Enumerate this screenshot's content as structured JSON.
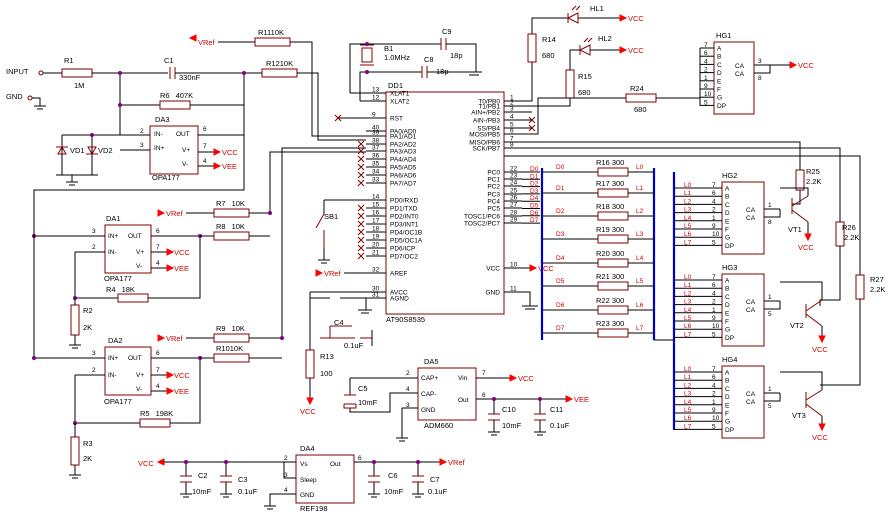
{
  "power": {
    "vref": "VRef",
    "vcc": "VCC",
    "vee": "VEE"
  },
  "inputs": {
    "input": "INPUT",
    "gnd": "GND"
  },
  "components": {
    "r1": {
      "ref": "R1",
      "value": "1M"
    },
    "r11": {
      "ref": "R11",
      "value": "10K"
    },
    "r12": {
      "ref": "R12",
      "value": "10K"
    },
    "r6": {
      "ref": "R6",
      "value": "407K"
    },
    "c1": {
      "ref": "C1",
      "value": "330nF"
    },
    "b1": {
      "ref": "B1",
      "value": "1.0MHz"
    },
    "c9": {
      "ref": "C9",
      "value": "18p"
    },
    "c8": {
      "ref": "C8",
      "value": "18p"
    },
    "r14": {
      "ref": "R14",
      "value": "680"
    },
    "r15": {
      "ref": "R15",
      "value": "680"
    },
    "r24": {
      "ref": "R24",
      "value": "680"
    },
    "hl1": {
      "ref": "HL1"
    },
    "hl2": {
      "ref": "HL2"
    },
    "vd1": {
      "ref": "VD1"
    },
    "vd2": {
      "ref": "VD2"
    },
    "r7": {
      "ref": "R7",
      "value": "10K"
    },
    "r8": {
      "ref": "R8",
      "value": "10K"
    },
    "r4": {
      "ref": "R4",
      "value": "18K"
    },
    "r2": {
      "ref": "R2",
      "value": "2K"
    },
    "r9": {
      "ref": "R9",
      "value": "10K"
    },
    "r10": {
      "ref": "R10",
      "value": "10K"
    },
    "r5": {
      "ref": "R5",
      "value": "198K"
    },
    "r3": {
      "ref": "R3",
      "value": "2K"
    },
    "sb1": {
      "ref": "SB1"
    },
    "c4": {
      "ref": "C4",
      "value": "0.1uF"
    },
    "r13": {
      "ref": "R13",
      "value": "100"
    },
    "c5": {
      "ref": "C5",
      "value": "10mF"
    },
    "c10": {
      "ref": "C10",
      "value": "10mF"
    },
    "c11": {
      "ref": "C11",
      "value": "0.1uF"
    },
    "c2": {
      "ref": "C2",
      "value": "10mF"
    },
    "c3": {
      "ref": "C3",
      "value": "0.1uF"
    },
    "c6": {
      "ref": "C6",
      "value": "10mF"
    },
    "c7": {
      "ref": "C7",
      "value": "0.1uF"
    },
    "r25": {
      "ref": "R25",
      "value": "2.2K"
    },
    "r26": {
      "ref": "R26",
      "value": "2.2K"
    },
    "r27": {
      "ref": "R27",
      "value": "2.2K"
    },
    "vt1": {
      "ref": "VT1"
    },
    "vt2": {
      "ref": "VT2"
    },
    "vt3": {
      "ref": "VT3"
    }
  },
  "opamps": {
    "da3": {
      "ref": "DA3",
      "part": "OPA177"
    },
    "da1": {
      "ref": "DA1",
      "part": "OPA177"
    },
    "da2": {
      "ref": "DA2",
      "part": "OPA177"
    },
    "pins": {
      "inp": "IN+",
      "inn": "IN-",
      "out": "OUT",
      "vp": "V+",
      "vn": "V-"
    }
  },
  "mcu": {
    "ref": "DD1",
    "part": "AT90S8535",
    "left_pins": [
      {
        "num": "13",
        "name": "XLAT1"
      },
      {
        "num": "12",
        "name": "XLAT2"
      },
      {
        "num": "9",
        "name": "RST"
      },
      {
        "num": "40",
        "name": "PA0/AD0"
      },
      {
        "num": "39",
        "name": "PA1/AD1"
      },
      {
        "num": "38",
        "name": "PA2/AD2"
      },
      {
        "num": "37",
        "name": "PA3/AD3"
      },
      {
        "num": "36",
        "name": "PA4/AD4"
      },
      {
        "num": "35",
        "name": "PA5/AD5"
      },
      {
        "num": "34",
        "name": "PA6/AD6"
      },
      {
        "num": "33",
        "name": "PA7/AD7"
      },
      {
        "num": "14",
        "name": "PD0/RXD"
      },
      {
        "num": "15",
        "name": "PD1/TXD"
      },
      {
        "num": "16",
        "name": "PD2/INT0"
      },
      {
        "num": "17",
        "name": "PD3/INT1"
      },
      {
        "num": "18",
        "name": "PD4/OC1B"
      },
      {
        "num": "19",
        "name": "PD5/OC1A"
      },
      {
        "num": "20",
        "name": "PD6/ICP"
      },
      {
        "num": "21",
        "name": "PD7/OC2"
      },
      {
        "num": "32",
        "name": "AREF"
      },
      {
        "num": "30",
        "name": "AVCC"
      },
      {
        "num": "31",
        "name": "AGND"
      }
    ],
    "right_pins": [
      {
        "num": "1",
        "name": "T0/PB0"
      },
      {
        "num": "2",
        "name": "T1/PB1"
      },
      {
        "num": "3",
        "name": "AIN+/PB2"
      },
      {
        "num": "4",
        "name": "AIN-/PB3"
      },
      {
        "num": "5",
        "name": "SS/PB4"
      },
      {
        "num": "6",
        "name": "MOSI/PB5"
      },
      {
        "num": "7",
        "name": "MISO/PB6"
      },
      {
        "num": "8",
        "name": "SCK/PB7"
      },
      {
        "num": "22",
        "name": "PC0"
      },
      {
        "num": "23",
        "name": "PC1"
      },
      {
        "num": "24",
        "name": "PC2"
      },
      {
        "num": "25",
        "name": "PC3"
      },
      {
        "num": "26",
        "name": "PC4"
      },
      {
        "num": "27",
        "name": "PC5"
      },
      {
        "num": "28",
        "name": "TOSC1/PC6"
      },
      {
        "num": "29",
        "name": "TOSC2/PC7"
      },
      {
        "num": "10",
        "name": "VCC"
      },
      {
        "num": "11",
        "name": "GND"
      }
    ]
  },
  "da5": {
    "ref": "DA5",
    "part": "ADM660",
    "pins": {
      "capp": "CAP+",
      "capn": "CAP-",
      "gnd": "GND",
      "vin": "Vin",
      "out": "Out"
    },
    "nums": {
      "capp": "2",
      "capn": "4",
      "gnd": "3",
      "vin": "7",
      "out": "6"
    }
  },
  "da4": {
    "ref": "DA4",
    "part": "REF198",
    "pins": {
      "vs": "Vs",
      "sleep": "Sleep",
      "gnd": "GND",
      "out": "Out"
    },
    "nums": {
      "vs": "2",
      "sleep": "3",
      "gnd": "4",
      "out": "6"
    }
  },
  "segment_resistors": [
    {
      "ref": "R16",
      "value": "300",
      "in": "D0",
      "out": "L0"
    },
    {
      "ref": "R17",
      "value": "300",
      "in": "D1",
      "out": "L1"
    },
    {
      "ref": "R18",
      "value": "300",
      "in": "D2",
      "out": "L2"
    },
    {
      "ref": "R19",
      "value": "300",
      "in": "D3",
      "out": "L3"
    },
    {
      "ref": "R20",
      "value": "300",
      "in": "D4",
      "out": "L4"
    },
    {
      "ref": "R21",
      "value": "300",
      "in": "D5",
      "out": "L5"
    },
    {
      "ref": "R22",
      "value": "300",
      "in": "D6",
      "out": "L6"
    },
    {
      "ref": "R23",
      "value": "300",
      "in": "D7",
      "out": "L7"
    }
  ],
  "displays": [
    {
      "ref": "HG1",
      "segments": [
        "A",
        "B",
        "C",
        "D",
        "E",
        "F",
        "G",
        "DP"
      ],
      "common": "CA",
      "pins": [
        "7",
        "6",
        "4",
        "2",
        "1",
        "9",
        "10",
        "5"
      ],
      "ca_pins": [
        "3",
        "8"
      ]
    },
    {
      "ref": "HG2",
      "segments": [
        "A",
        "B",
        "C",
        "D",
        "E",
        "F",
        "G",
        "DP"
      ],
      "common": "CA",
      "pins": [
        "7",
        "6",
        "4",
        "2",
        "1",
        "9",
        "10",
        "5"
      ],
      "ca_pins": [
        "1",
        "8"
      ],
      "lines": [
        "L0",
        "L1",
        "L2",
        "L3",
        "L4",
        "L5",
        "L6",
        "L7"
      ]
    },
    {
      "ref": "HG3",
      "segments": [
        "A",
        "B",
        "C",
        "D",
        "E",
        "F",
        "G",
        "DP"
      ],
      "common": "CA",
      "pins": [
        "7",
        "6",
        "4",
        "2",
        "1",
        "9",
        "10",
        "5"
      ],
      "ca_pins": [
        "1",
        "5"
      ],
      "lines": [
        "L0",
        "L1",
        "L2",
        "L3",
        "L4",
        "L5",
        "L6",
        "L7"
      ]
    },
    {
      "ref": "HG4",
      "segments": [
        "A",
        "B",
        "C",
        "D",
        "E",
        "F",
        "G",
        "DP"
      ],
      "common": "CA",
      "pins": [
        "7",
        "6",
        "4",
        "2",
        "1",
        "9",
        "10",
        "5"
      ],
      "ca_pins": [
        "1",
        "5"
      ],
      "lines": [
        "L0",
        "L1",
        "L2",
        "L3",
        "L4",
        "L5",
        "L6",
        "L7"
      ]
    }
  ],
  "colors": {
    "wire": "#000000",
    "part": "#800000",
    "bus": "#0000cc",
    "label_red": "#cc0000",
    "power": "#ff0000",
    "junction": "#800080"
  }
}
